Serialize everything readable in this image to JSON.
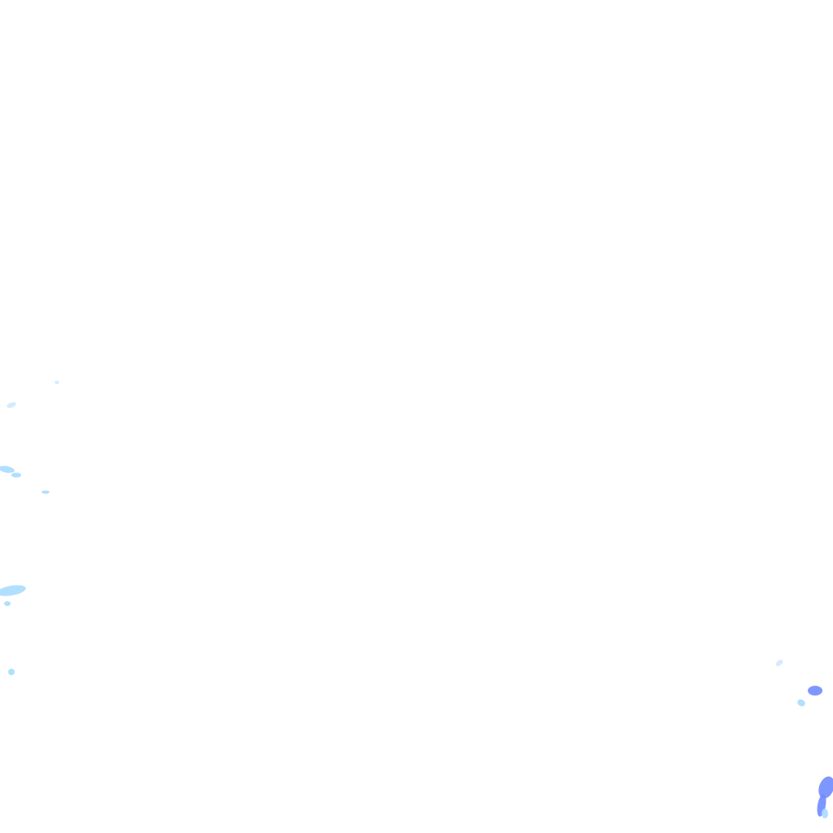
{
  "layer": "precipitation-radar-overlay",
  "colors": {
    "background": "#ffffff",
    "light": "#a9dcff",
    "moderate": "#6f8cff",
    "trace": "#cfe9ff"
  },
  "echoes": [
    {
      "intensity": "trace"
    },
    {
      "intensity": "trace"
    },
    {
      "intensity": "light"
    },
    {
      "intensity": "light"
    },
    {
      "intensity": "light"
    },
    {
      "intensity": "light"
    },
    {
      "intensity": "light"
    },
    {
      "intensity": "light"
    },
    {
      "intensity": "trace"
    },
    {
      "intensity": "moderate"
    },
    {
      "intensity": "light"
    },
    {
      "intensity": "moderate"
    },
    {
      "intensity": "moderate"
    },
    {
      "intensity": "light"
    }
  ]
}
